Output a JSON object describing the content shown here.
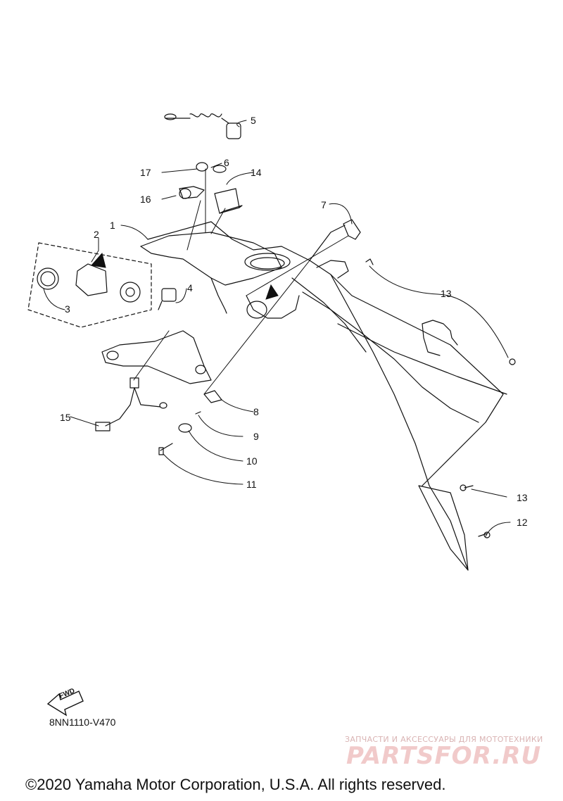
{
  "diagram": {
    "callouts": [
      "1",
      "2",
      "3",
      "4",
      "5",
      "6",
      "7",
      "8",
      "9",
      "10",
      "11",
      "12",
      "13",
      "13",
      "14",
      "15",
      "16",
      "17"
    ],
    "direction_badge": "FWD",
    "drawing_code": "8NN1110-V470"
  },
  "watermark": {
    "subtitle": "ЗАПЧАСТИ И АКСЕССУАРЫ ДЛЯ МОТОТЕХНИКИ",
    "logo": "PARTSFOR.RU"
  },
  "footer": {
    "copyright": "©2020 Yamaha Motor Corporation, U.S.A. All rights reserved."
  }
}
